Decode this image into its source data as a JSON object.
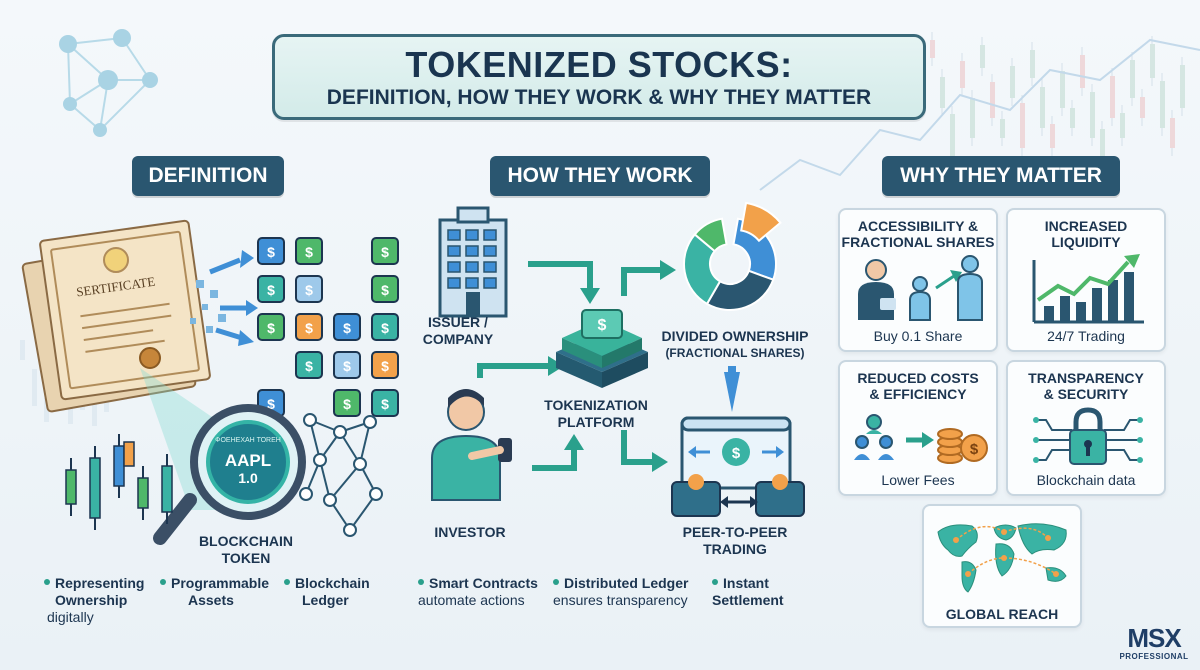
{
  "title": {
    "main": "TOKENIZED STOCKS:",
    "sub": "DEFINITION, HOW THEY WORK & WHY THEY MATTER"
  },
  "sections": {
    "definition": "DEFINITION",
    "how": "HOW THEY WORK",
    "why": "WHY THEY MATTER"
  },
  "definition": {
    "certificate_text": "SERTIFICATE",
    "token_ring_text": "ФОЕНЕХАН ТОRЕН",
    "token_ticker": "AAPL",
    "token_version": "1.0",
    "token_label_1": "BLOCKCHAIN",
    "token_label_2": "TOKEN",
    "bullets": [
      {
        "line1": "Representing",
        "line2": "Ownership",
        "line3": "digitally"
      },
      {
        "line1": "Programmable",
        "line2": "Assets",
        "line3": ""
      },
      {
        "line1": "Blockchain",
        "line2": "Ledger",
        "line3": ""
      }
    ],
    "coin_symbol": "$"
  },
  "how": {
    "issuer_1": "ISSUER /",
    "issuer_2": "COMPANY",
    "platform_1": "TOKENIZATION",
    "platform_2": "PLATFORM",
    "divided_1": "DIVIDED OWNERSHIP",
    "divided_2": "(FRACTIONAL SHARES)",
    "investor": "INVESTOR",
    "p2p_1": "PEER-TO-PEER",
    "p2p_2": "TRADING",
    "bullets": [
      {
        "bold": "Smart Contracts",
        "rest": "automate actions"
      },
      {
        "bold": "Distributed Ledger",
        "rest": "ensures transparency"
      },
      {
        "bold": "Instant",
        "rest": "Settlement"
      }
    ]
  },
  "why": {
    "cards": [
      {
        "title1": "ACCESSIBILITY &",
        "title2": "FRACTIONAL SHARES",
        "caption": "Buy 0.1 Share"
      },
      {
        "title1": "INCREASED",
        "title2": "LIQUIDITY",
        "caption": "24/7 Trading"
      },
      {
        "title1": "REDUCED COSTS",
        "title2": "& EFFICIENCY",
        "caption": "Lower Fees"
      },
      {
        "title1": "TRANSPARENCY",
        "title2": "& SECURITY",
        "caption": "Blockchain data"
      },
      {
        "title1": "GLOBAL REACH",
        "title2": "",
        "caption": ""
      }
    ]
  },
  "logo": {
    "main": "MSX",
    "sub": "PROFESSIONAL"
  },
  "colors": {
    "navy": "#2a5670",
    "teal": "#2aa08c",
    "blue": "#3f8fd6",
    "orange": "#f2a14a",
    "green": "#4fb86a"
  }
}
